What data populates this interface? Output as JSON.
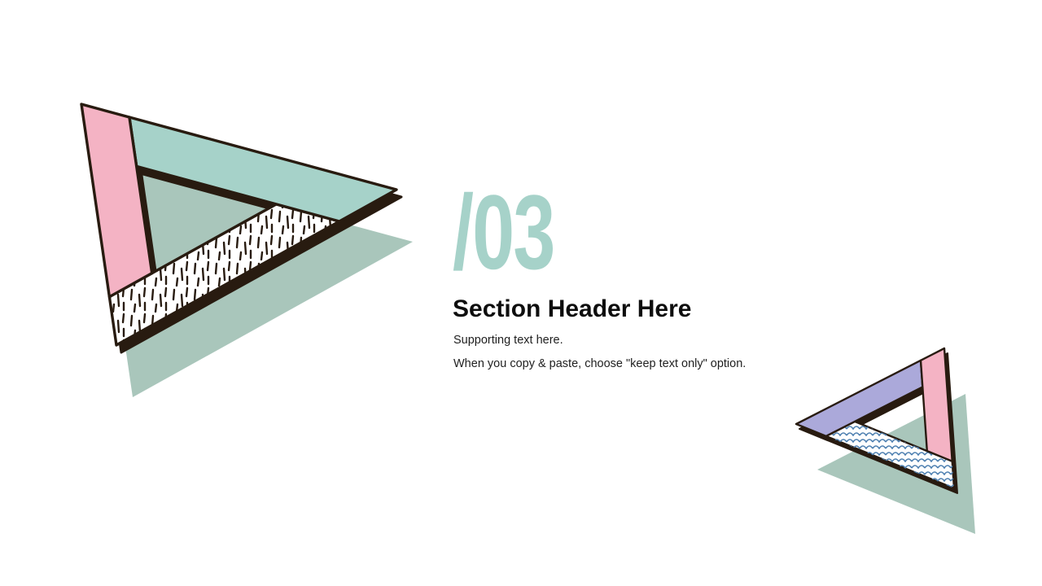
{
  "slide": {
    "number": "/03",
    "title": "Section Header Here",
    "body_line1": "Supporting text here.",
    "body_line2": "When you copy & paste, choose \"keep text only\" option."
  },
  "colors": {
    "teal": "#a6d2c9",
    "pink": "#f4b3c4",
    "purple": "#aba9da",
    "sage": "#a9c6bb",
    "outline": "#281b10",
    "wave": "#4d7fb0",
    "heading": "#0e0e0e",
    "body": "#1f1f1f",
    "background": "#ffffff"
  },
  "illustrations": {
    "large": "impossible-triangle-pink-teal-hatched",
    "small": "impossible-triangle-purple-pink-waves"
  }
}
